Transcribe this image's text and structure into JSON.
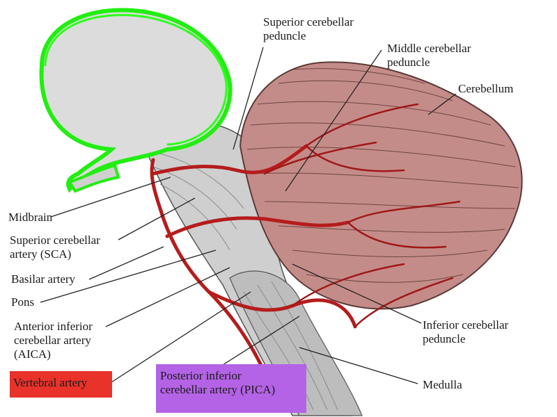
{
  "labels": {
    "superior_peduncle": [
      "Superior cerebellar",
      "peduncle"
    ],
    "middle_peduncle": [
      "Middle cerebellar",
      "peduncle"
    ],
    "cerebellum": "Cerebellum",
    "midbrain": "Midbrain",
    "sca": [
      "Superior cerebellar",
      "artery (SCA)"
    ],
    "basilar": "Basilar artery",
    "pons": "Pons",
    "aica": [
      "Anterior inferior",
      "cerebellar artery",
      "(AICA)"
    ],
    "vertebral": "Vertebral artery",
    "pica": [
      "Posterior inferior",
      "cerebellar artery (PICA)"
    ],
    "inferior_peduncle": [
      "Inferior cerebellar",
      "peduncle"
    ],
    "medulla": "Medulla"
  },
  "colors": {
    "vertebral_highlight": "#e8322a",
    "pica_highlight": "#b463e6",
    "thalamus_outline": "#22ee11",
    "cerebellum_fill": "#c48c88",
    "artery": "#b51c1c"
  }
}
